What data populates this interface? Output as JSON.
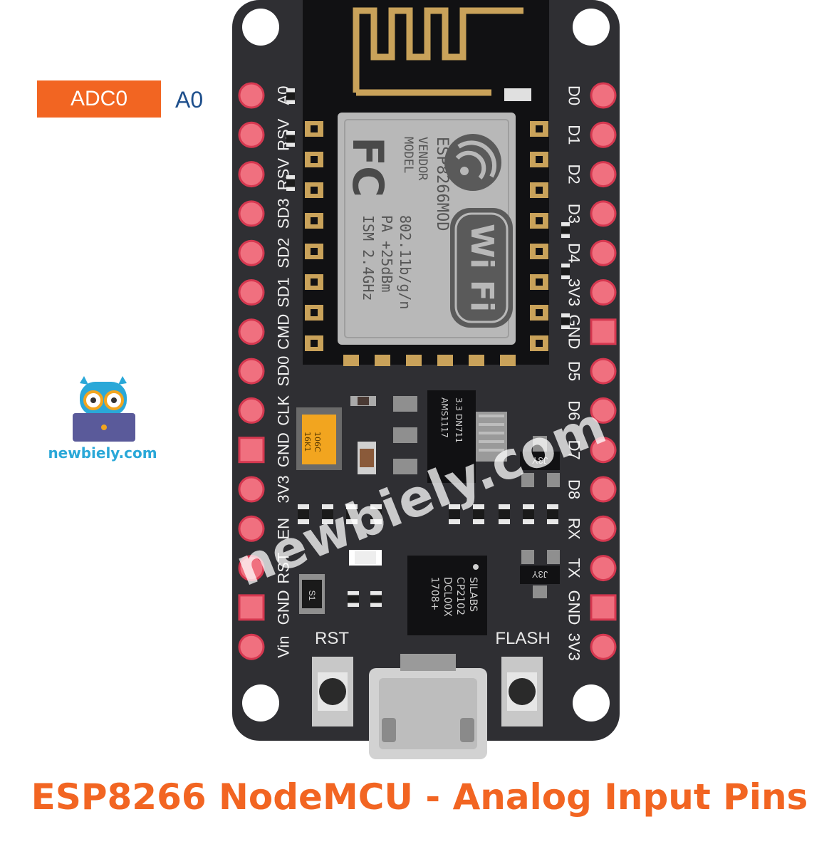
{
  "callout": {
    "adc_label": "ADC0",
    "pin_label": "A0"
  },
  "logo": {
    "text": "newbiely.com"
  },
  "watermark": "newbiely.com",
  "title": "ESP8266 NodeMCU - Analog Input Pins",
  "board": {
    "left_pins": [
      "A0",
      "RSV",
      "RSV",
      "SD3",
      "SD2",
      "SD1",
      "CMD",
      "SD0",
      "CLK",
      "GND",
      "3V3",
      "EN",
      "RST",
      "GND",
      "Vin"
    ],
    "right_pins": [
      "D0",
      "D1",
      "D2",
      "D3",
      "D4",
      "3V3",
      "GND",
      "D5",
      "D6",
      "D7",
      "D8",
      "RX",
      "TX",
      "GND",
      "3V3"
    ],
    "button_left": "RST",
    "button_right": "FLASH",
    "module": {
      "fc": "FC",
      "model": "MODEL",
      "vendor": "VENDOR",
      "name": "ESP8266MOD",
      "ism": "ISM  2.4GHz",
      "pa": "PA  +25dBm",
      "std": "802.11b/g/n",
      "wifi": "Wi Fi"
    },
    "regulator": {
      "l1": "AMS1117",
      "l2": "3.3  DN711"
    },
    "cp2102": {
      "l1": "SILABS",
      "l2": "CP2102",
      "l3": "DCL00X",
      "l4": "1708+"
    },
    "tantalum": {
      "l1": "106C",
      "l2": "16K1"
    },
    "diode": "S1",
    "j3y_top": "J3Y",
    "j3y_bottom": "J3Y"
  },
  "colors": {
    "board": "#2f2f33",
    "pad": "#f0707f",
    "pad_ring": "#d63850",
    "accent": "#f26522",
    "pin_text": "#1e4f8c",
    "logo": "#2aa8d8"
  }
}
